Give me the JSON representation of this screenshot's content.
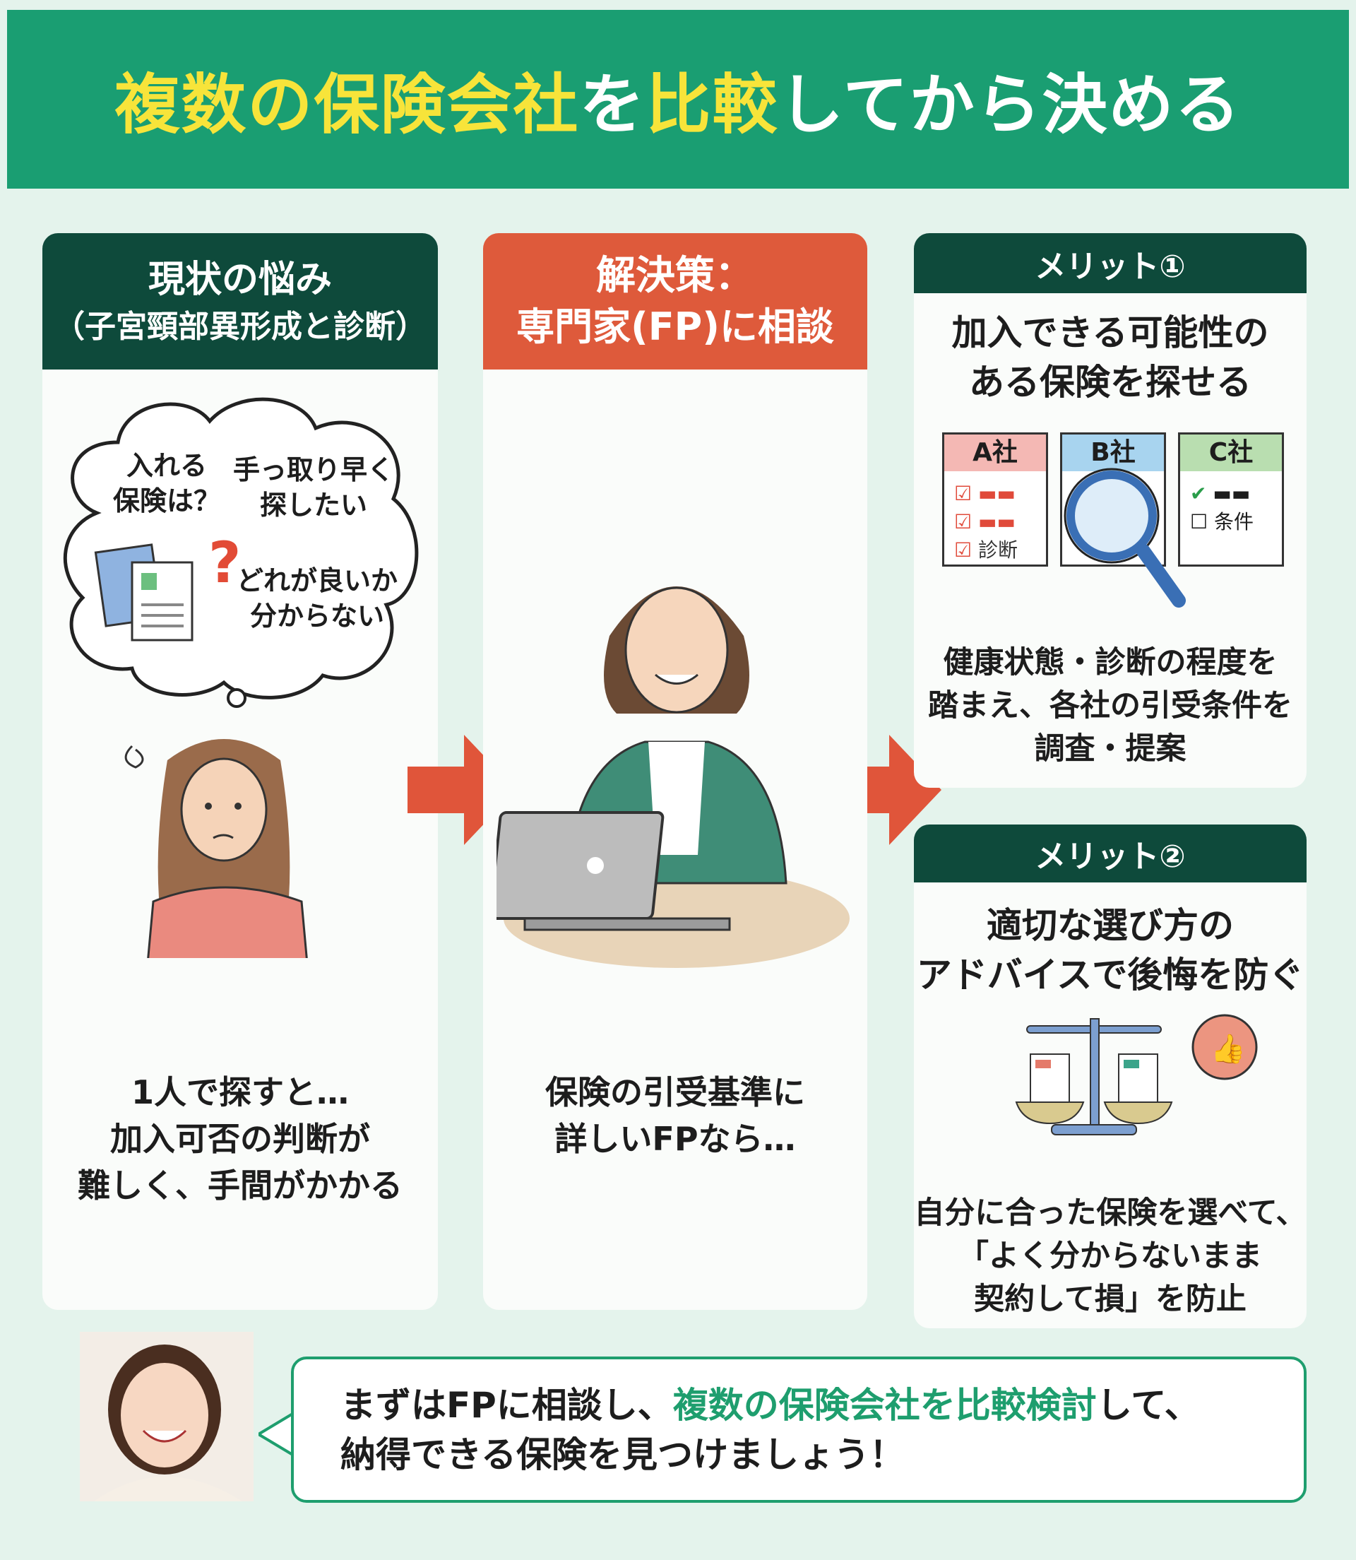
{
  "header": {
    "title_part1": "複数の保険会社",
    "title_part2": "を",
    "title_part3": "比較",
    "title_part4": "してから決める"
  },
  "column_problem": {
    "heading": "現状の悩み",
    "subheading": "（子宮頸部異形成と診断）",
    "thoughts": [
      {
        "line1": "入れる",
        "line2": "保険は？"
      },
      {
        "line1": "手っ取り早く",
        "line2": "探したい"
      },
      {
        "line1": "どれが良いか",
        "line2": "分からない"
      }
    ],
    "body": [
      "1人で探すと…",
      "加入可否の判断が",
      "難しく、手間がかかる"
    ]
  },
  "column_solution": {
    "heading": "解決策：",
    "subheading": "専門家(FP)に相談",
    "body": [
      "保険の引受基準に",
      "詳しいFPなら…"
    ]
  },
  "merit1": {
    "label": "メリット①",
    "title": [
      "加入できる可能性の",
      "ある保険を探せる"
    ],
    "companies": [
      "A社",
      "B社",
      "C社"
    ],
    "doc_labels": {
      "a": "診断",
      "c": "条件"
    },
    "body": [
      "健康状態・診断の程度を",
      "踏まえ、各社の引受条件を",
      "調査・提案"
    ]
  },
  "merit2": {
    "label": "メリット②",
    "title": [
      "適切な選び方の",
      "アドバイスで後悔を防ぐ"
    ],
    "body": [
      "自分に合った保険を選べて、",
      "「よく分からないまま",
      "契約して損」を防止"
    ]
  },
  "footer": {
    "line1_a": "まずはFPに相談し、",
    "line1_b": "複数の保険会社を比較検討",
    "line1_c": "して、",
    "line2": "納得できる保険を見つけましょう！"
  },
  "colors": {
    "header": "#1a9e72",
    "dark": "#0e4a3b",
    "orange": "#de5a3b",
    "accent_yellow": "#f7e43a",
    "background": "#e4f3ec"
  }
}
